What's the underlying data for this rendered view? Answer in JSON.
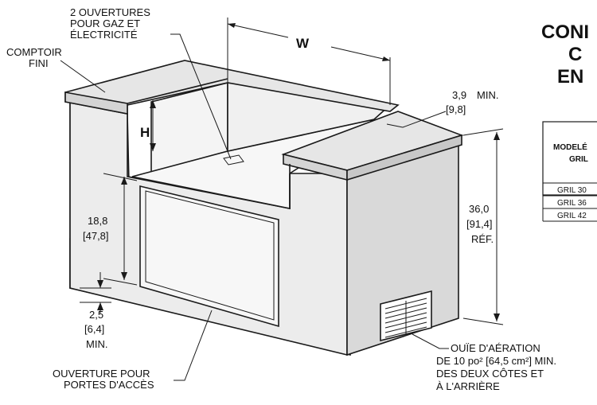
{
  "labels": {
    "openings_line1": "2 OUVERTURES",
    "openings_line2": "POUR GAZ ET",
    "openings_line3": "ÉLECTRICITÉ",
    "countertop_line1": "COMPTOIR",
    "countertop_line2": "FINI",
    "width": "W",
    "height": "H",
    "access_line1": "OUVERTURE POUR",
    "access_line2": "PORTES D'ACCÈS",
    "vent_line1": "OUÏE D'AÉRATION",
    "vent_line2": "DE 10 po² [64,5 cm²] MIN.",
    "vent_line3": "DES DEUX CÔTES ET",
    "vent_line4": "À L'ARRIÈRE"
  },
  "dimensions": {
    "setback_min": "3,9",
    "setback_min_suffix": "MIN.",
    "setback_cm": "[9,8]",
    "opening_height": "18,8",
    "opening_height_cm": "[47,8]",
    "total_height": "36,0",
    "total_height_cm": "[91,4]",
    "total_height_ref": "RÉF.",
    "base_clearance": "2,5",
    "base_clearance_cm": "[6,4]",
    "base_clearance_min": "MIN."
  },
  "title": {
    "line1": "CONI",
    "line2": "C",
    "line3": "EN"
  },
  "table": {
    "header_line1": "MODELÉ",
    "header_line2": "GRIL",
    "rows": [
      "GRIL 30",
      "GRIL 36",
      "GRIL 42"
    ]
  },
  "colors": {
    "stroke": "#1a1a1a",
    "countertop": "#e6e6e6",
    "wall": "#ececec",
    "interior": "#f4f4f4",
    "side": "#d9d9d9",
    "opening": "#f7f7f7"
  }
}
